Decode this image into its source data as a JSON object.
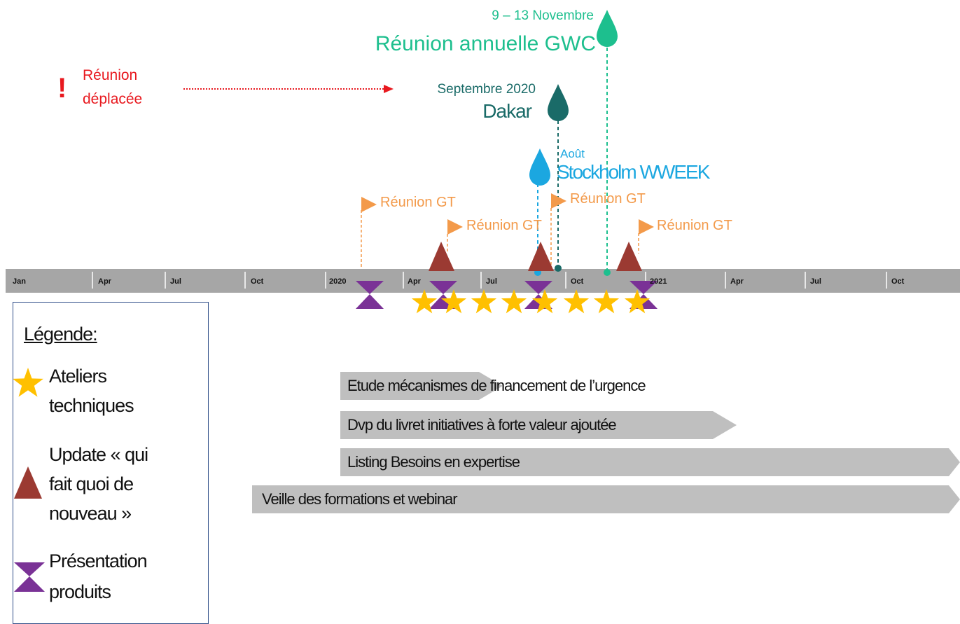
{
  "timeline": {
    "ticks": [
      "Jan",
      "Apr",
      "Jul",
      "Oct",
      "2020",
      "Apr",
      "Jul",
      "Oct",
      "2021",
      "Apr",
      "Jul",
      "Oct"
    ]
  },
  "events": {
    "gwc": {
      "date": "9 – 13 Novembre",
      "title": "Réunion annuelle GWC",
      "color": "#1dbf8e"
    },
    "dakar": {
      "date": "Septembre 2020",
      "title": "Dakar",
      "color": "#1a6b68"
    },
    "stockholm": {
      "date": "Août",
      "title": "Stockholm WWEEK",
      "color": "#1ba7e0"
    },
    "moved": {
      "mark": "!",
      "line1": "Réunion",
      "line2": "déplacée",
      "color": "#e8191f"
    },
    "gt_label": "Réunion GT",
    "gt_color": "#f39a4a"
  },
  "bars": [
    {
      "label": "Etude mécanismes de financement de l’urgence"
    },
    {
      "label": "Dvp du livret  initiatives à forte valeur ajoutée"
    },
    {
      "label": "Listing Besoins en expertise"
    },
    {
      "label": "Veille des formations et webinar"
    }
  ],
  "legend": {
    "title": "Légende:",
    "items": [
      {
        "icon": "star",
        "lines": [
          "Ateliers",
          "techniques"
        ]
      },
      {
        "icon": "triangle",
        "lines": [
          "Update « qui",
          "fait quoi de",
          "nouveau »"
        ]
      },
      {
        "icon": "hourglass",
        "lines": [
          "Présentation",
          "produits"
        ]
      }
    ]
  },
  "colors": {
    "star": "#ffc000",
    "triangle": "#9b3a32",
    "hourglass": "#7a3296",
    "band": "#a6a6a6",
    "bar": "#bfbfbf"
  }
}
